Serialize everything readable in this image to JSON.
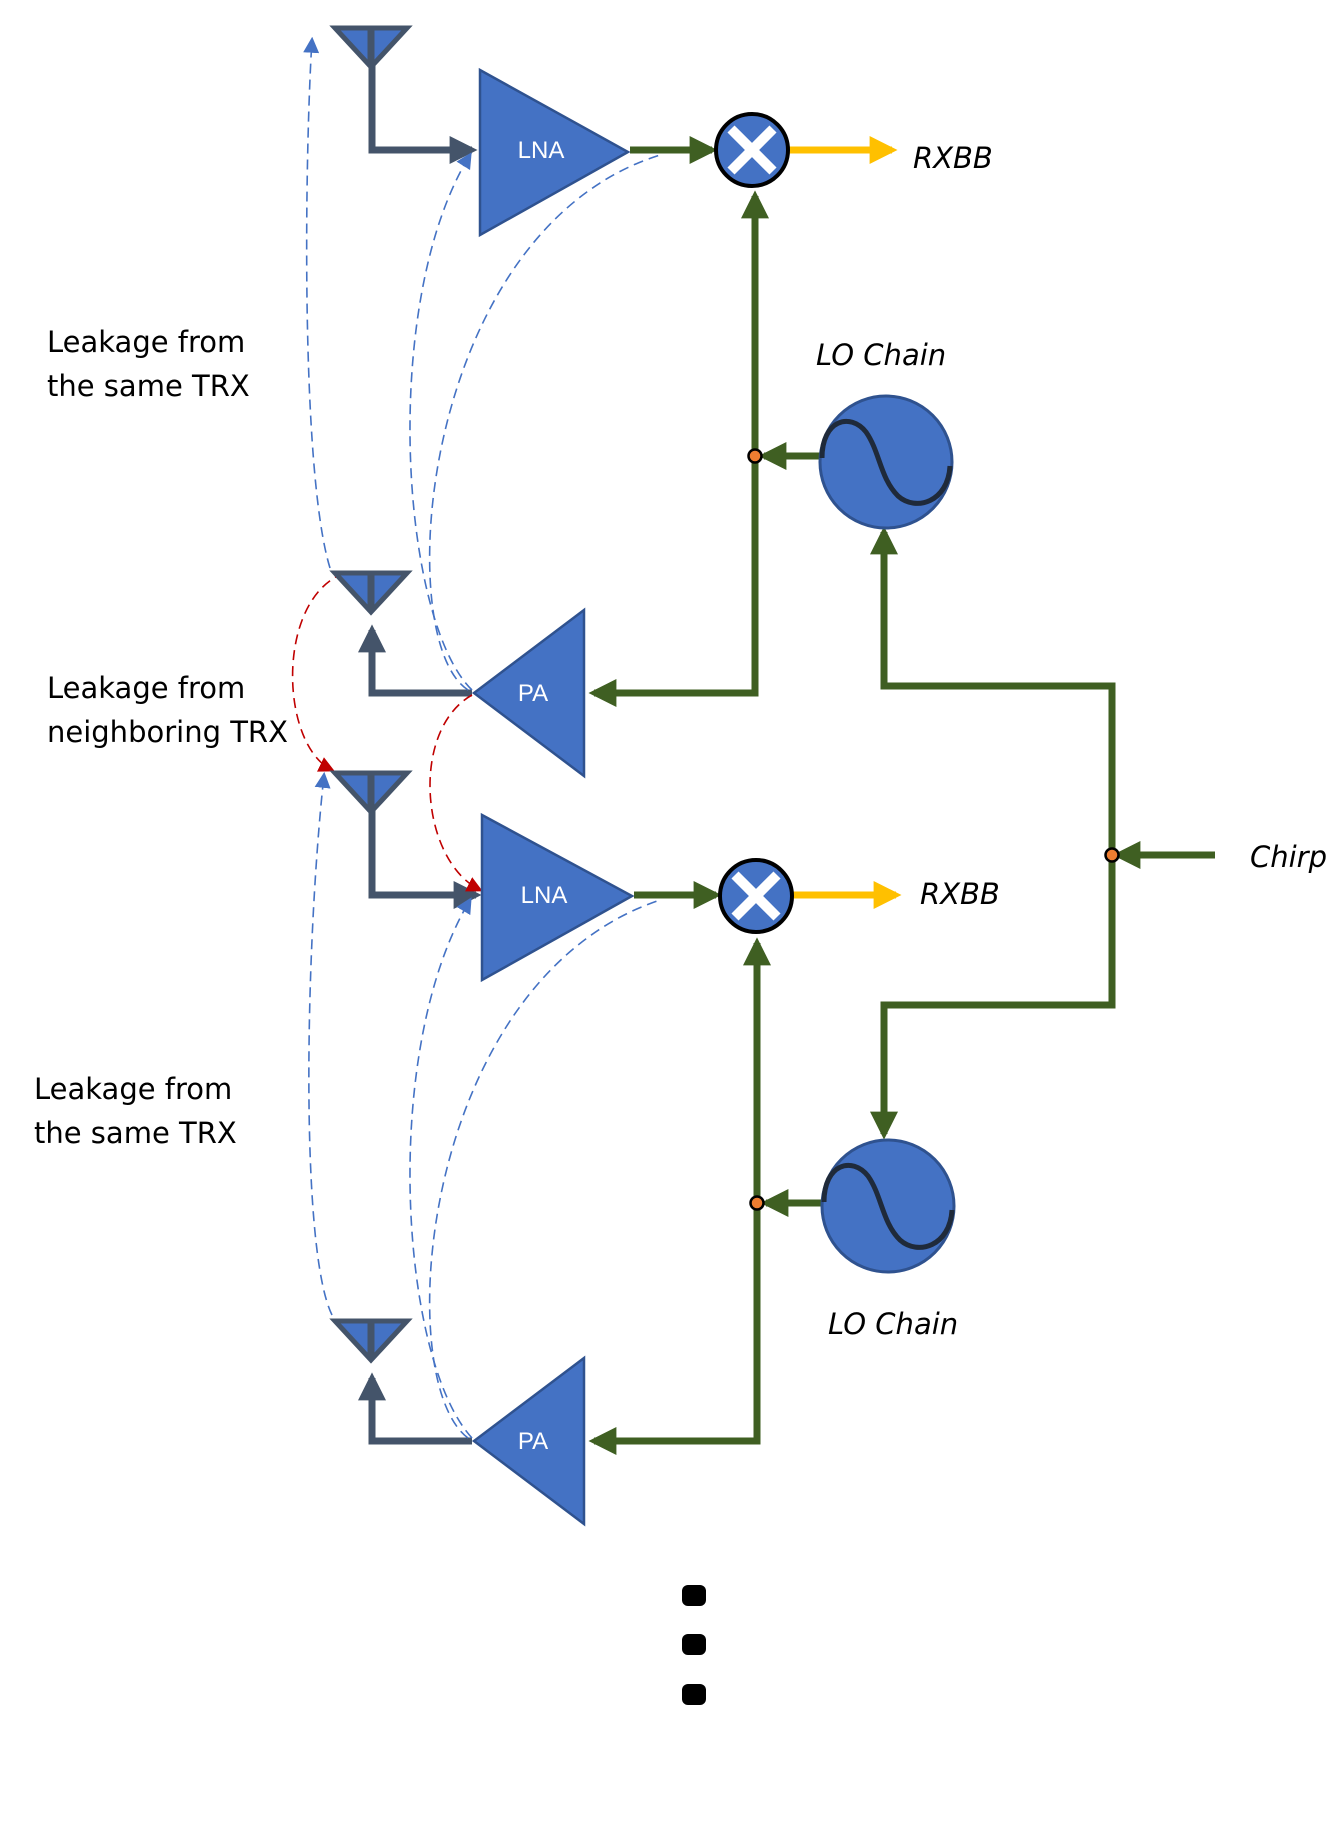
{
  "labels": {
    "lna_top": "LNA",
    "lna_bottom": "LNA",
    "pa_top": "PA",
    "pa_bottom": "PA",
    "rxbb_top": "RXBB",
    "rxbb_bottom": "RXBB",
    "lo_chain_top": "LO Chain",
    "lo_chain_bottom": "LO Chain",
    "chirp": "Chirp"
  },
  "notes": {
    "same_trx_top": [
      "Leakage from",
      "the same TRX"
    ],
    "neighbor_trx": [
      "Leakage from",
      "neighboring TRX"
    ],
    "same_trx_bottom": [
      "Leakage from",
      "the same TRX"
    ]
  },
  "colors": {
    "block_fill": "#4472C4",
    "antenna_feed": "#44546A",
    "lo_path": "#3F5F22",
    "rx_output": "#FFC000",
    "leak_same_trx": "#4472C4",
    "leak_neighbor_trx": "#C00000",
    "junction_fill": "#ED7D31"
  },
  "icons": [
    "antenna-icon",
    "mixer-icon",
    "oscillator-icon",
    "amplifier-icon",
    "ellipsis-dots"
  ]
}
